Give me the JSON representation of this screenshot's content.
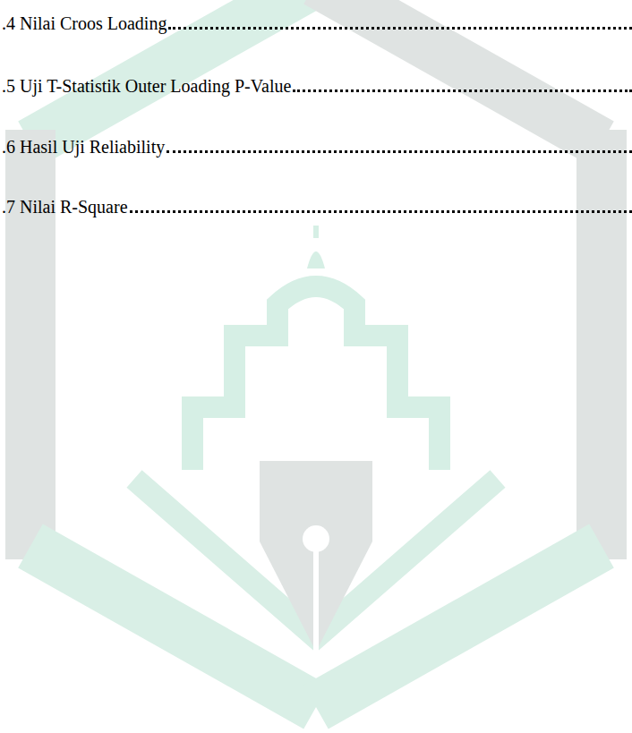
{
  "diagram": {
    "labels": [
      ".4 Nilai Croos Loading",
      ".5 Uji T-Statistik Outer Loading P-Value",
      ".6 Hasil Uji Reliability",
      ".7 Nilai R-Square"
    ]
  }
}
